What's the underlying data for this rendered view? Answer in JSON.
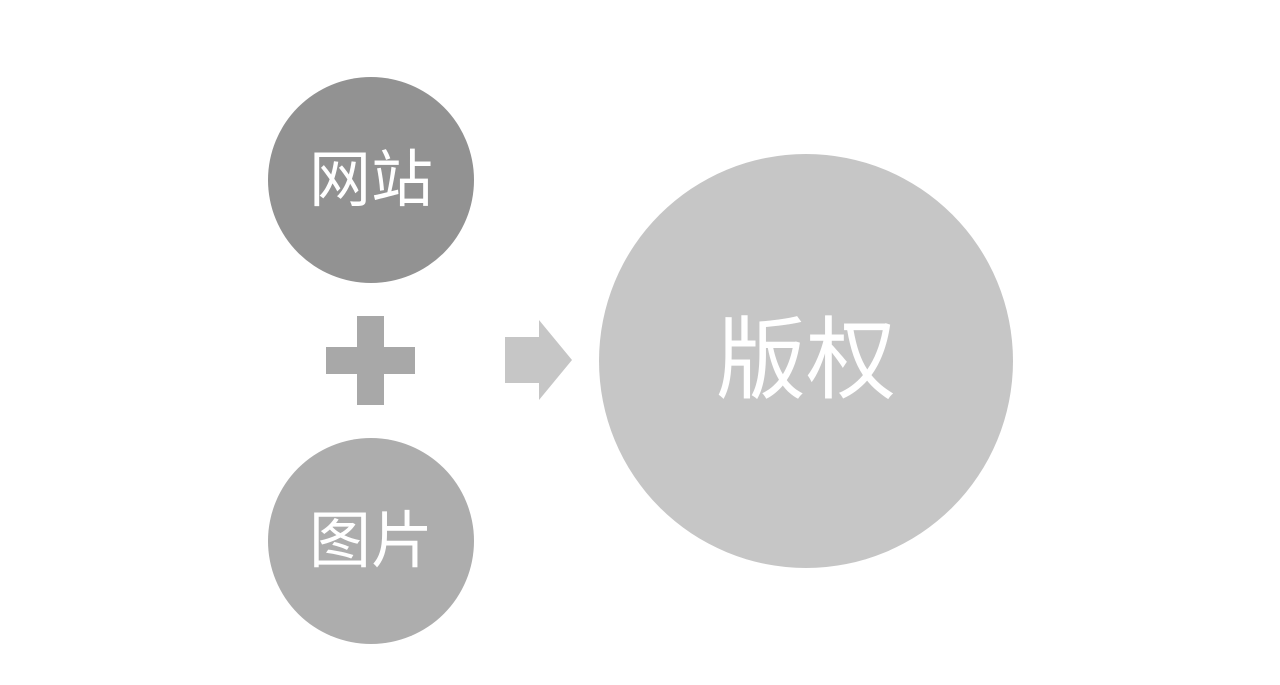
{
  "diagram": {
    "nodes": [
      {
        "id": "website",
        "label": "网站",
        "color": "#929292"
      },
      {
        "id": "image",
        "label": "图片",
        "color": "#adadad"
      },
      {
        "id": "copyright",
        "label": "版权",
        "color": "#c6c6c6"
      }
    ],
    "operators": {
      "plus_color": "#a8a8a8",
      "arrow_color": "#c6c6c6"
    }
  }
}
